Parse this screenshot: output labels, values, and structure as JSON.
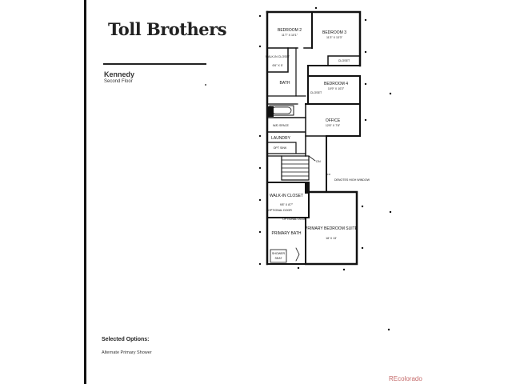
{
  "brand": {
    "name": "Toll Brothers"
  },
  "plan": {
    "name": "Kennedy",
    "floor": "Second Floor"
  },
  "rooms": {
    "bedroom2": {
      "name": "BEDROOM 2",
      "dims": "11'7\" X 10'1\""
    },
    "bedroom3": {
      "name": "BEDROOM 3",
      "dims": "11'3\" X 13'3\""
    },
    "closet_b3": {
      "name": "CLOSET"
    },
    "walkin_closet_top": {
      "name": "WALK-IN CLOSET",
      "dims": "6'6\" X 5'"
    },
    "bath": {
      "name": "BATH"
    },
    "bedroom4": {
      "name": "BEDROOM 4",
      "dims": "10'9\" X 10'2\""
    },
    "closet_b4": {
      "name": "CLOSET"
    },
    "wd_space": {
      "name": "W/D SPACE"
    },
    "office": {
      "name": "OFFICE",
      "dims": "12'6\" X 7'8\""
    },
    "laundry": {
      "name": "LAUNDRY"
    },
    "opt_sink": {
      "name": "OPT SINK"
    },
    "stair_dn": {
      "name": "DN"
    },
    "high_window": {
      "name": "DENOTES HIGH WINDOW"
    },
    "walkin_closet_primary": {
      "name": "WALK-IN CLOSET",
      "dims": "9'8\" X 8'7\""
    },
    "optional_door": {
      "name": "OPTIONAL DOOR"
    },
    "optional_door2": {
      "name": "OPTIONAL DOOR"
    },
    "primary_suite": {
      "name": "PRIMARY BEDROOM SUITE",
      "dims": "18' X 13'"
    },
    "primary_bath": {
      "name": "PRIMARY BATH"
    },
    "shower": {
      "name": "SHOWER"
    },
    "seat": {
      "name": "SEAT"
    }
  },
  "options": {
    "title": "Selected Options:",
    "items": [
      "Alternate Primary Shower"
    ]
  },
  "watermark": "REcolorado"
}
